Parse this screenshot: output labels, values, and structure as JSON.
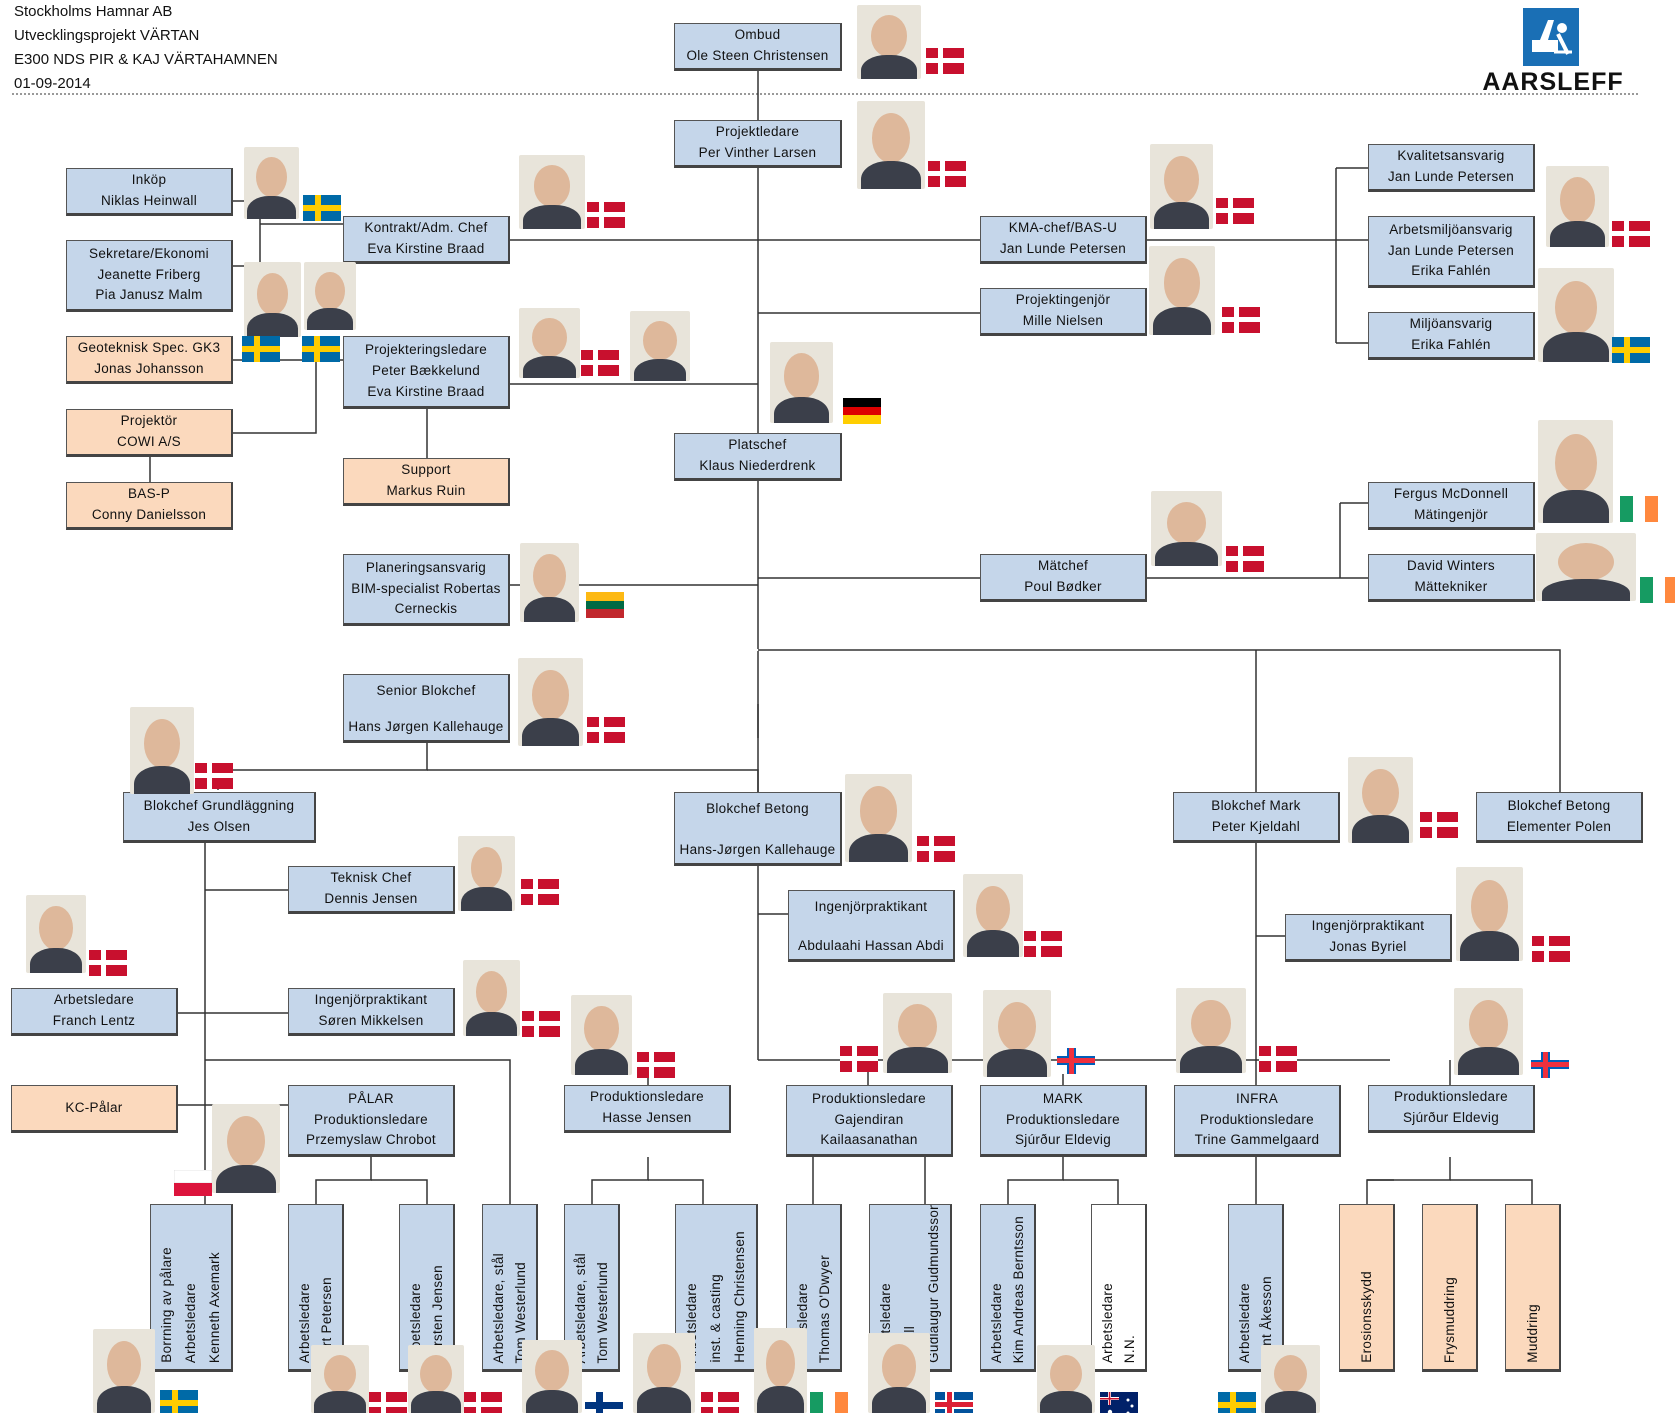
{
  "header": {
    "lines": [
      "Stockholms Hamnar AB",
      "Utvecklingsprojekt VÄRTAN",
      "E300 NDS PIR & KAJ VÄRTAHAMNEN",
      "01-09-2014"
    ]
  },
  "logo": {
    "text": "AARSLEFF",
    "icon": "crane-operator-icon",
    "color": "#1a6fb5"
  },
  "colors": {
    "box_blue": "#c5d6ea",
    "box_peach": "#fbd9bd"
  },
  "boxes": {
    "ombud": [
      "Ombud",
      "Ole Steen Christensen"
    ],
    "projektledare": [
      "Projektledare",
      "Per Vinther Larsen"
    ],
    "inkop": [
      "Inköp",
      "Niklas Heinwall"
    ],
    "sekretare": [
      "Sekretare/Ekonomi",
      "Jeanette Friberg",
      "Pia Janusz Malm"
    ],
    "kontrakt": [
      "Kontrakt/Adm. Chef",
      "Eva Kirstine Braad"
    ],
    "kma": [
      "KMA-chef/BAS-U",
      "Jan Lunde Petersen"
    ],
    "kvalitet": [
      "Kvalitetsansvarig",
      "Jan Lunde Petersen"
    ],
    "arbetsmiljo": [
      "Arbetsmiljöansvarig",
      "Jan Lunde Petersen",
      "Erika Fahlén"
    ],
    "projektingenjor": [
      "Projektingenjör",
      "Mille Nielsen"
    ],
    "miljo": [
      "Miljöansvarig",
      "Erika Fahlén"
    ],
    "geoteknisk": [
      "Geoteknisk Spec. GK3",
      "Jonas Johansson"
    ],
    "projektering": [
      "Projekteringsledare",
      "Peter Bækkelund",
      "Eva Kirstine Braad"
    ],
    "projektor": [
      "Projektör",
      "COWI A/S"
    ],
    "support": [
      "Support",
      "Markus Ruin"
    ],
    "basp": [
      "BAS-P",
      "Conny Danielsson"
    ],
    "platschef": [
      "Platschef",
      "Klaus Niederdrenk"
    ],
    "fergus": [
      "Fergus McDonnell",
      "Mätingenjör"
    ],
    "matchef": [
      "Mätchef",
      "Poul Bødker"
    ],
    "david": [
      "David Winters",
      "Mättekniker"
    ],
    "planering": [
      "Planeringsansvarig",
      "BIM-specialist Robertas",
      "Cerneckis"
    ],
    "senior": [
      "Senior Blokchef",
      "Hans Jørgen Kallehauge"
    ],
    "grund": [
      "Blokchef Grundläggning",
      "Jes Olsen"
    ],
    "betong": [
      "Blokchef Betong",
      "Hans-Jørgen Kallehauge"
    ],
    "mark": [
      "Blokchef Mark",
      "Peter Kjeldahl"
    ],
    "elementer": [
      "Blokchef Betong",
      "Elementer Polen"
    ],
    "teknisk": [
      "Teknisk Chef",
      "Dennis Jensen"
    ],
    "praktikant_abdi": [
      "Ingenjörpraktikant",
      "Abdulaahi Hassan Abdi"
    ],
    "praktikant_byriel": [
      "Ingenjörpraktikant",
      "Jonas Byriel"
    ],
    "arbetsledare_lentz": [
      "Arbetsledare",
      "Franch Lentz"
    ],
    "praktikant_mikkelsen": [
      "Ingenjörpraktikant",
      "Søren Mikkelsen"
    ],
    "kcpalar": [
      "KC-Pålar"
    ],
    "palar": [
      "PÅLAR",
      "Produktionsledare",
      "Przemyslaw Chrobot"
    ],
    "hasse": [
      "Produktionsledare",
      "Hasse Jensen"
    ],
    "gajendiran": [
      "Produktionsledare",
      "Gajendiran",
      "Kailaasanathan"
    ],
    "mark_pl": [
      "MARK",
      "Produktionsledare",
      "Sjúrður Eldevig"
    ],
    "infra": [
      "INFRA",
      "Produktionsledare",
      "Trine Gammelgaard"
    ],
    "sjurdur": [
      "Produktionsledare",
      "Sjúrður Eldevig"
    ]
  },
  "vertical_boxes": [
    [
      "Borrning av pålare",
      "Arbetsledare",
      "Kenneth Axemark"
    ],
    [
      "Arbetsledare",
      "Kurt Petersen"
    ],
    [
      "Arbetsledare",
      "Karsten Jensen"
    ],
    [
      "Arbetsledare, stål",
      "Tom Westerlund"
    ],
    [
      "Arbetsledare, stål",
      "Tom Westerlund"
    ],
    [
      "Arbetsledare",
      "inst. & casting",
      "Henning Christensen"
    ],
    [
      "Arbetsledare",
      "Thomas O'Dwyer"
    ],
    [
      "Arbetsledare",
      "L-wall",
      "Gudlaugur Gudmundsson"
    ],
    [
      "Arbetsledare",
      "Kim Andreas Berntsson"
    ],
    [
      "Arbetsledare",
      "N.N."
    ],
    [
      "Arbetsledare",
      "Kent Åkesson"
    ],
    [
      "Erosionsskydd"
    ],
    [
      "Frysmuddring"
    ],
    [
      "Muddring"
    ]
  ],
  "flags": [
    "dk",
    "se",
    "de",
    "lt",
    "ie",
    "pl",
    "fo",
    "fi",
    "is",
    "au"
  ]
}
